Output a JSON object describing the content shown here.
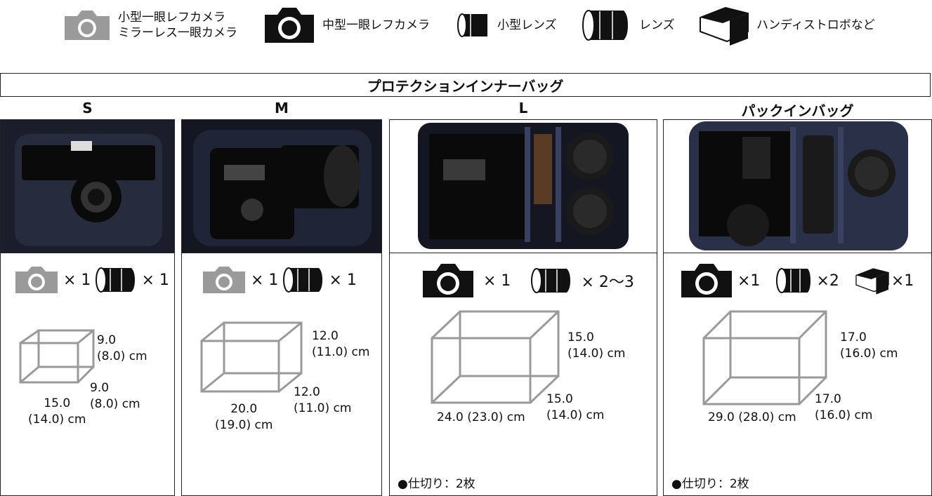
{
  "legend": [
    {
      "icon": "small-camera-icon",
      "label": "小型一眼レフカメラ\nミラーレス一眼カメラ"
    },
    {
      "icon": "medium-camera-icon",
      "label": "中型一眼レフカメラ"
    },
    {
      "icon": "small-lens-icon",
      "label": "小型レンズ"
    },
    {
      "icon": "lens-icon",
      "label": "レンズ"
    },
    {
      "icon": "strobe-icon",
      "label": "ハンディストロボなど"
    }
  ],
  "title": "プロテクションインナーバッグ",
  "columns": [
    {
      "size": "S",
      "camera_count": "× 1",
      "lens_count": "× 1",
      "height": "9.0\n(8.0) cm",
      "depth": "9.0\n(8.0) cm",
      "width": "15.0\n(14.0) cm",
      "note": ""
    },
    {
      "size": "M",
      "camera_count": "× 1",
      "lens_count": "× 1",
      "height": "12.0\n(11.0) cm",
      "depth": "12.0\n(11.0) cm",
      "width": "20.0\n(19.0) cm",
      "note": ""
    },
    {
      "size": "L",
      "camera_count": "× 1",
      "lens_count": "× 2〜3",
      "height": "15.0\n(14.0) cm",
      "depth": "15.0\n(14.0) cm",
      "width": "24.0 (23.0) cm",
      "note": "●仕切り：2枚"
    },
    {
      "size": "パックインバッグ",
      "camera_count": "×1",
      "lens_count": "×2",
      "strobe_count": "×1",
      "height": "17.0\n(16.0) cm",
      "depth": "17.0\n(16.0) cm",
      "width": "29.0 (28.0) cm",
      "note": "●仕切り：2枚"
    }
  ],
  "colors": {
    "border": "#222222",
    "gray_icon": "#9a9a9a",
    "black_icon": "#111111",
    "box_line": "#9a9a9a",
    "bag": "#0e0f14"
  }
}
